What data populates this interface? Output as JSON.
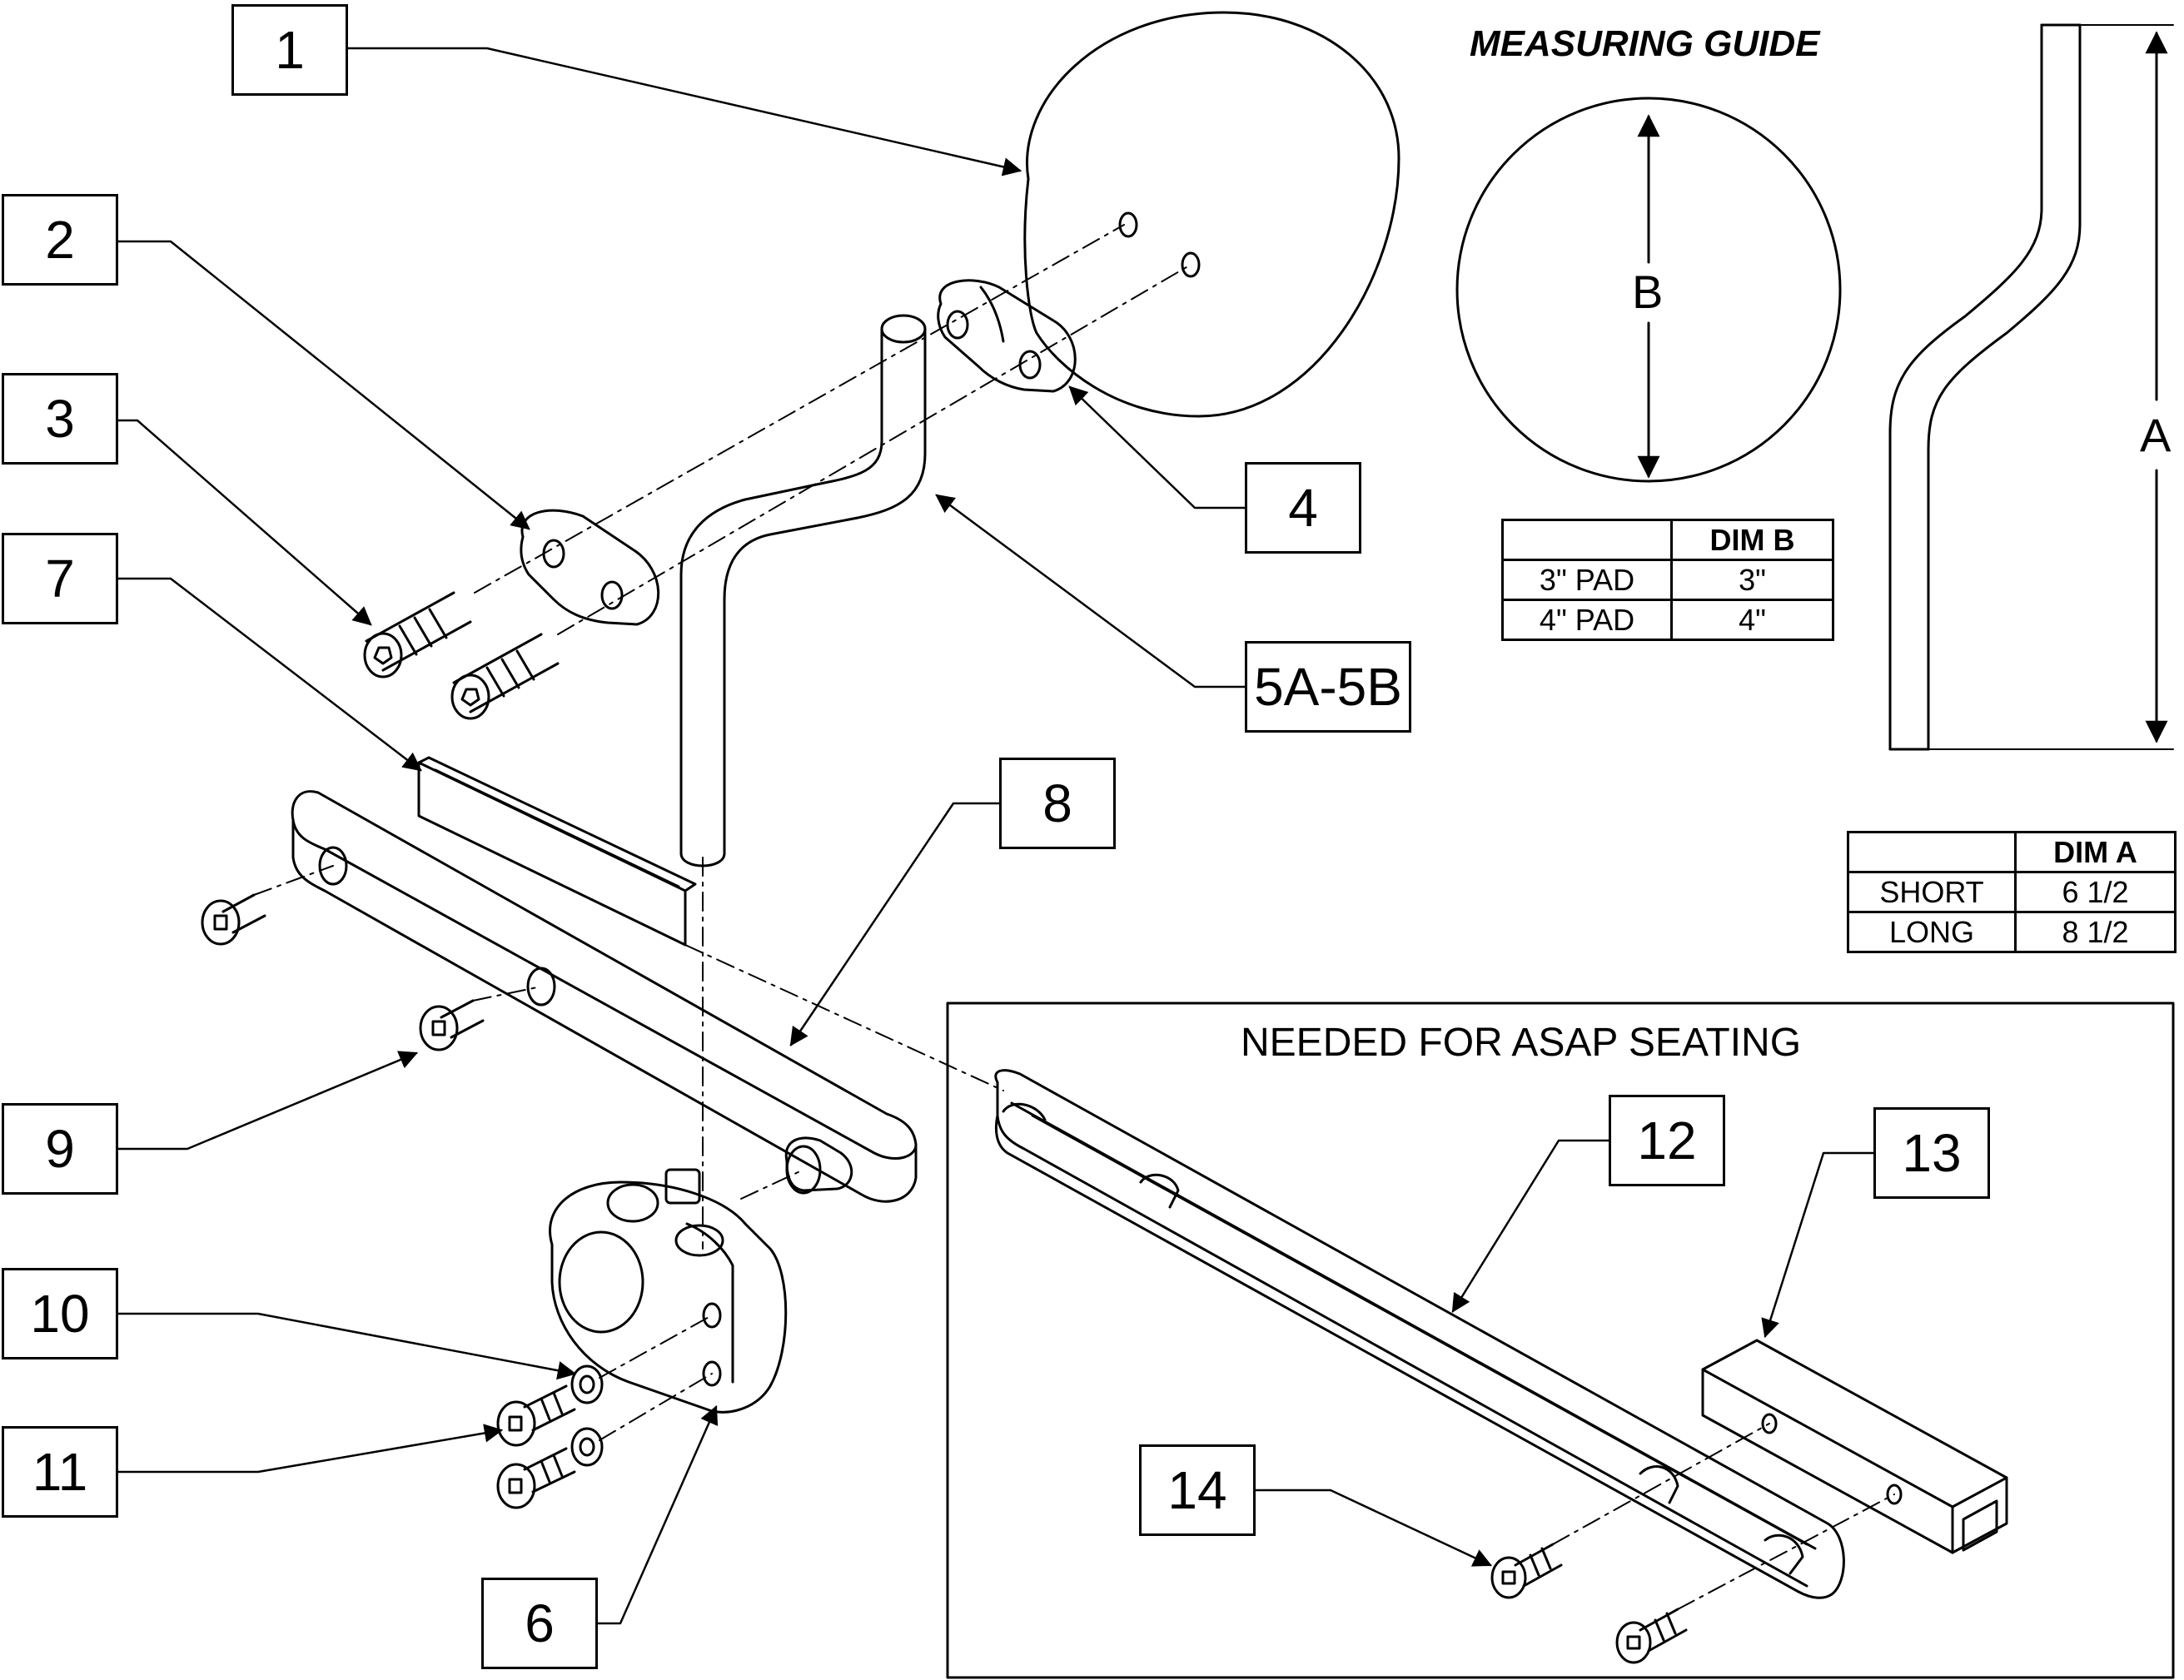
{
  "callouts": [
    {
      "id": "c1",
      "label": "1"
    },
    {
      "id": "c2",
      "label": "2"
    },
    {
      "id": "c3",
      "label": "3"
    },
    {
      "id": "c4",
      "label": "4"
    },
    {
      "id": "c5",
      "label": "5A-5B"
    },
    {
      "id": "c6",
      "label": "6"
    },
    {
      "id": "c7",
      "label": "7"
    },
    {
      "id": "c8",
      "label": "8"
    },
    {
      "id": "c9",
      "label": "9"
    },
    {
      "id": "c10",
      "label": "10"
    },
    {
      "id": "c11",
      "label": "11"
    },
    {
      "id": "c12",
      "label": "12"
    },
    {
      "id": "c13",
      "label": "13"
    },
    {
      "id": "c14",
      "label": "14"
    }
  ],
  "measuring_guide": {
    "title": "MEASURING GUIDE",
    "dim_b_label": "B",
    "dim_a_label": "A"
  },
  "table_b": {
    "header": [
      "",
      "DIM B"
    ],
    "rows": [
      [
        "3\" PAD",
        "3\""
      ],
      [
        "4\" PAD",
        "4\""
      ]
    ]
  },
  "table_a": {
    "header": [
      "",
      "DIM A"
    ],
    "rows": [
      [
        "SHORT",
        "6 1/2"
      ],
      [
        "LONG",
        "8 1/2"
      ]
    ]
  },
  "asap_panel": {
    "title": "NEEDED FOR ASAP SEATING"
  }
}
